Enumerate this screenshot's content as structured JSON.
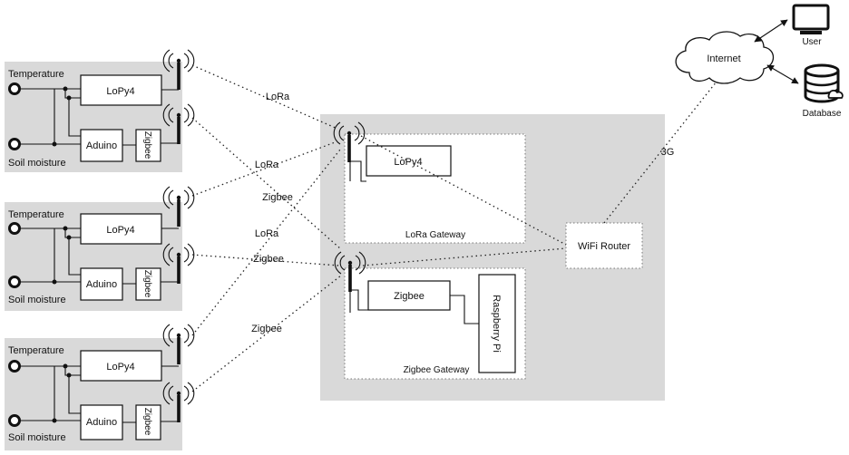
{
  "sensor_nodes": [
    {
      "temperature_label": "Temperature",
      "soil_label": "Soil moisture",
      "lopy_label": "LoPy4",
      "arduino_label": "Aduino",
      "zigbee_label": "Zigbee"
    },
    {
      "temperature_label": "Temperature",
      "soil_label": "Soil moisture",
      "lopy_label": "LoPy4",
      "arduino_label": "Aduino",
      "zigbee_label": "Zigbee"
    },
    {
      "temperature_label": "Temperature",
      "soil_label": "Soil moisture",
      "lopy_label": "LoPy4",
      "arduino_label": "Aduino",
      "zigbee_label": "Zigbee"
    }
  ],
  "links": {
    "lora_1": "LoRa",
    "lora_2": "LoRa",
    "lora_3": "LoRa",
    "zigbee_1": "Zigbee",
    "zigbee_2": "Zigbee",
    "zigbee_3": "Zigbee",
    "cellular": "3G"
  },
  "gateways": {
    "lora_gateway": {
      "title": "LoRa Gateway",
      "module_label": "LoPy4"
    },
    "zigbee_gateway": {
      "title": "Zigbee Gateway",
      "module_label": "Zigbee",
      "pi_label": "Raspberry Pi"
    }
  },
  "router_label": "WiFi Router",
  "cloud": {
    "internet_label": "Internet",
    "user_label": "User",
    "database_label": "Database"
  }
}
